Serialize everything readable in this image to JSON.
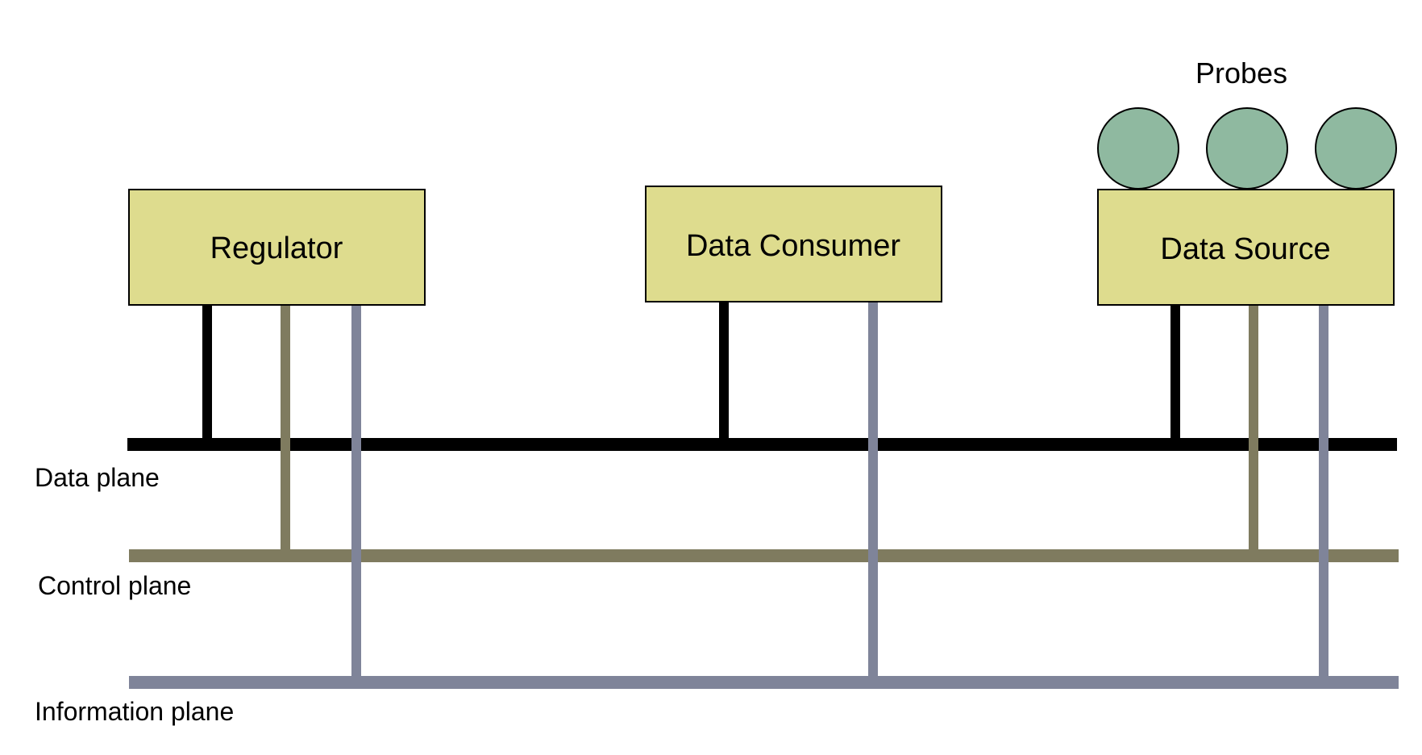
{
  "colors": {
    "data_plane": "#000000",
    "control_plane": "#7f7b5f",
    "information_plane": "#7f8499",
    "box_fill": "#dedc8e",
    "probe_fill": "#8fb9a0"
  },
  "components": {
    "regulator": "Regulator",
    "data_consumer": "Data Consumer",
    "data_source": "Data Source"
  },
  "probes": {
    "label": "Probes",
    "count": 3
  },
  "planes": {
    "data": "Data plane",
    "control": "Control plane",
    "information": "Information plane"
  }
}
